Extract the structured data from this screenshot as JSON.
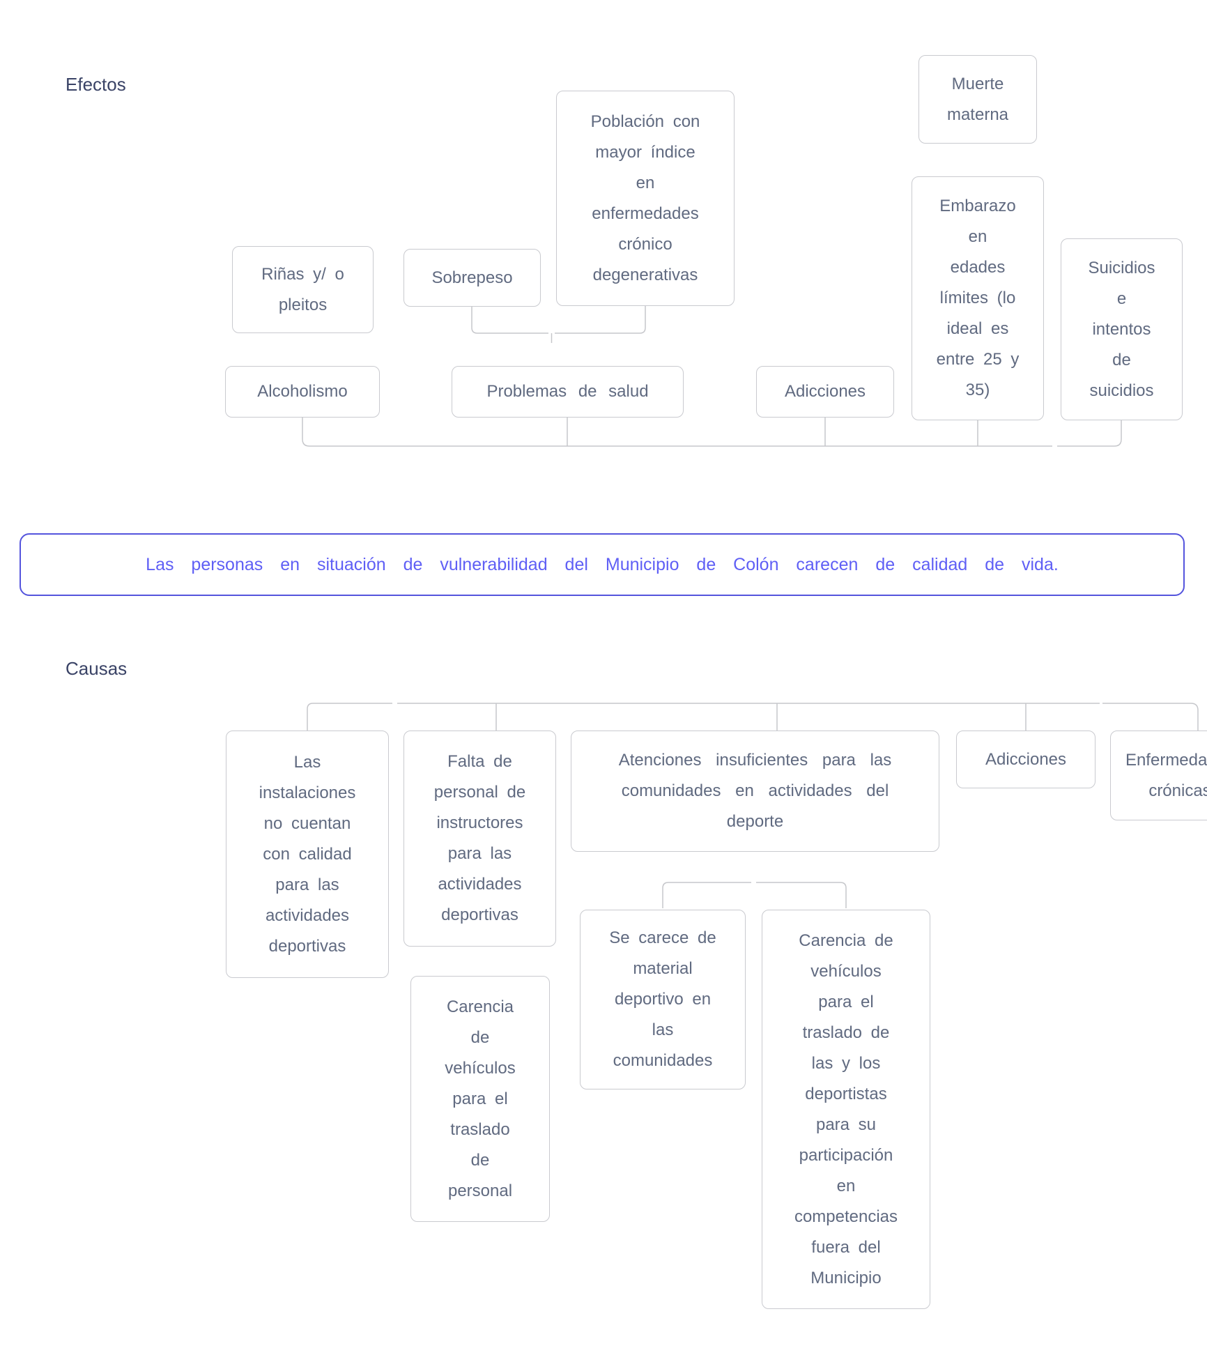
{
  "section_labels": {
    "effects": "Efectos",
    "causes": "Causas"
  },
  "problem_statement": "Las personas en situación de vulnerabilidad del Municipio de Colón carecen de calidad de vida.",
  "effects": {
    "rinas": "Riñas y/ o\npleitos",
    "sobrepeso": "Sobrepeso",
    "poblacion": "Población con\nmayor índice\nen\nenfermedades\ncrónico\ndegenerativas",
    "muerte_materna": "Muerte\nmaterna",
    "embarazo": "Embarazo\nen\nedades\nlímites (lo\nideal es\nentre 25 y\n35)",
    "suicidios": "Suicidios\ne\nintentos\nde\nsuicidios",
    "alcoholismo": "Alcoholismo",
    "problemas_salud": "Problemas de salud",
    "adicciones": "Adicciones"
  },
  "causes": {
    "instalaciones": "Las\ninstalaciones\nno cuentan\ncon calidad\npara las\nactividades\ndeportivas",
    "falta_personal": "Falta de\npersonal de\ninstructores\npara las\nactividades\ndeportivas",
    "atenciones": "Atenciones insuficientes para las\ncomunidades en actividades del\ndeporte",
    "adicciones": "Adicciones",
    "enfermedades": "Enfermedades\ncrónicas",
    "carencia_personal": "Carencia\nde\nvehículos\npara el\ntraslado\nde\npersonal",
    "se_carece_material": "Se carece de\nmaterial\ndeportivo en\nlas\ncomunidades",
    "carencia_deportistas": "Carencia de\nvehículos\npara el\ntraslado de\nlas y los\ndeportistas\npara su\nparticipación\nen\ncompetencias\nfuera del\nMunicipio"
  },
  "colors": {
    "background": "#ffffff",
    "node_border": "#c9cacf",
    "node_text": "#606a80",
    "section_label_text": "#3a4366",
    "problem_border": "#5454dd",
    "problem_text": "#5f5ff5",
    "connector": "#c6c7cb"
  }
}
